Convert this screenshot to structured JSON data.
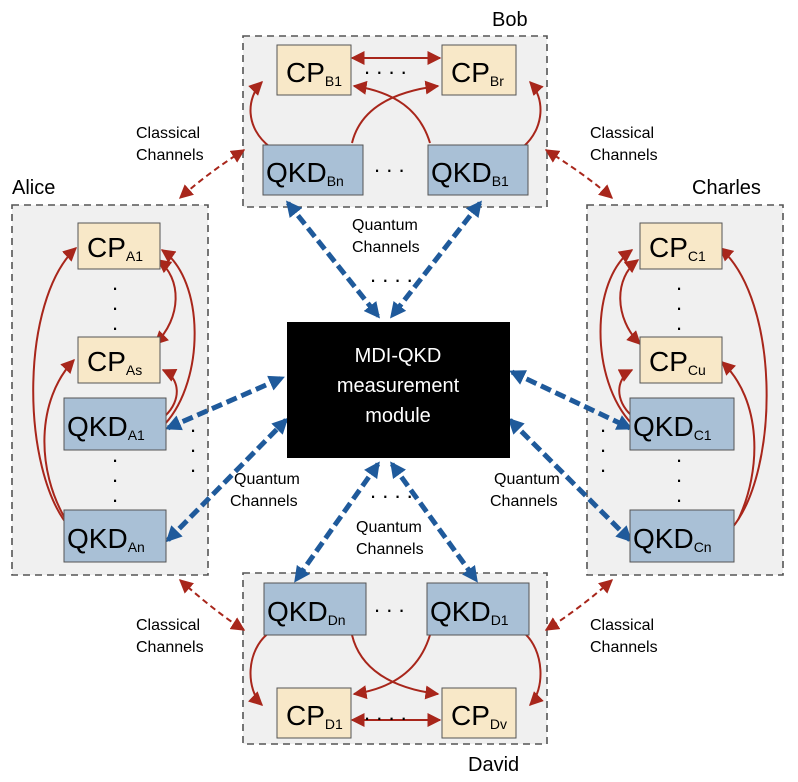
{
  "parties": {
    "bob": "Bob",
    "alice": "Alice",
    "charles": "Charles",
    "david": "David"
  },
  "center": {
    "line1": "MDI-QKD",
    "line2": "measurement",
    "line3": "module"
  },
  "nodes": {
    "cp_b1": {
      "base": "CP",
      "sub": "B1"
    },
    "cp_br": {
      "base": "CP",
      "sub": "Br"
    },
    "qkd_bn": {
      "base": "QKD",
      "sub": "Bn"
    },
    "qkd_b1": {
      "base": "QKD",
      "sub": "B1"
    },
    "cp_a1": {
      "base": "CP",
      "sub": "A1"
    },
    "cp_as": {
      "base": "CP",
      "sub": "As"
    },
    "qkd_a1": {
      "base": "QKD",
      "sub": "A1"
    },
    "qkd_an": {
      "base": "QKD",
      "sub": "An"
    },
    "cp_c1": {
      "base": "CP",
      "sub": "C1"
    },
    "cp_cu": {
      "base": "CP",
      "sub": "Cu"
    },
    "qkd_c1": {
      "base": "QKD",
      "sub": "C1"
    },
    "qkd_cn": {
      "base": "QKD",
      "sub": "Cn"
    },
    "qkd_dn": {
      "base": "QKD",
      "sub": "Dn"
    },
    "qkd_d1": {
      "base": "QKD",
      "sub": "D1"
    },
    "cp_d1": {
      "base": "CP",
      "sub": "D1"
    },
    "cp_dv": {
      "base": "CP",
      "sub": "Dv"
    }
  },
  "channel_labels": {
    "classical_l1": "Classical",
    "classical_l2": "Channels",
    "quantum_l1": "Quantum",
    "quantum_l2": "Channels"
  },
  "colors": {
    "classical_arrow": "#a8261b",
    "quantum_arrow": "#1f5a9b",
    "cp_fill": "#f8e8c8",
    "qkd_fill": "#a9c0d6",
    "module_fill": "#000000"
  }
}
